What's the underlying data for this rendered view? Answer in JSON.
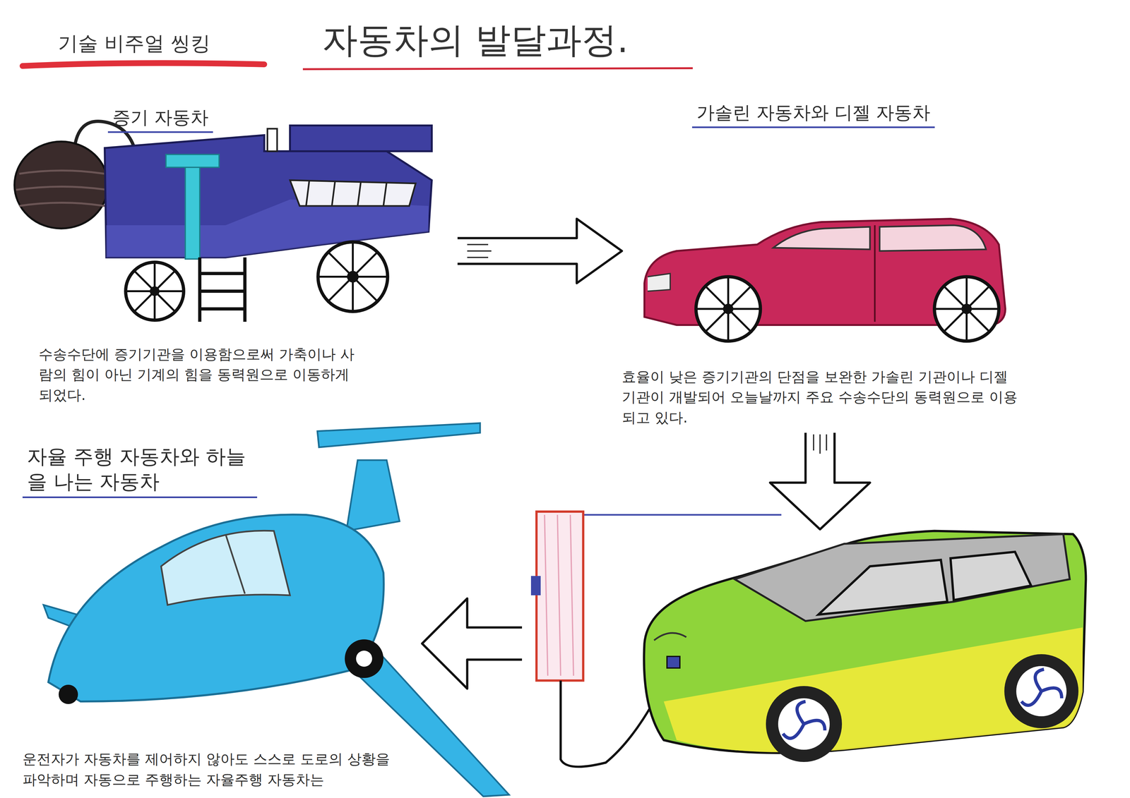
{
  "diagram": {
    "title": "자동차의 발달과정.",
    "nodes": [
      {
        "text": [
          "증기 자동차",
          "수송수단에 증기기관을 이용함으로써 가축이나 사람의 힘이 아닌 기계의 힘을 동력원으로 이동하게 되었다."
        ]
      },
      {
        "text": [
          "가솔린 자동차와 디젤 자동차",
          "효율이 낮은 증기기관의 단점을 보완한 가솔린 기관이나 디젤 기관이 개발되어 오늘날까지 주요 수송수단의 동력원으로 이용되고 있다."
        ]
      },
      {
        "text": [
          "자율 주행 자동차와 하늘을 나는 자동차",
          "운전자가 자동차를 제어하지 않아도 스스로 도로의 상황을 파악하며 자동으로 주행하는 자율주행 자동차는"
        ]
      }
    ],
    "edges": [
      {
        "from": 0,
        "to": 1,
        "arrow": "to"
      }
    ],
    "labels": [
      "기술 비주얼 씽킹"
    ]
  }
}
